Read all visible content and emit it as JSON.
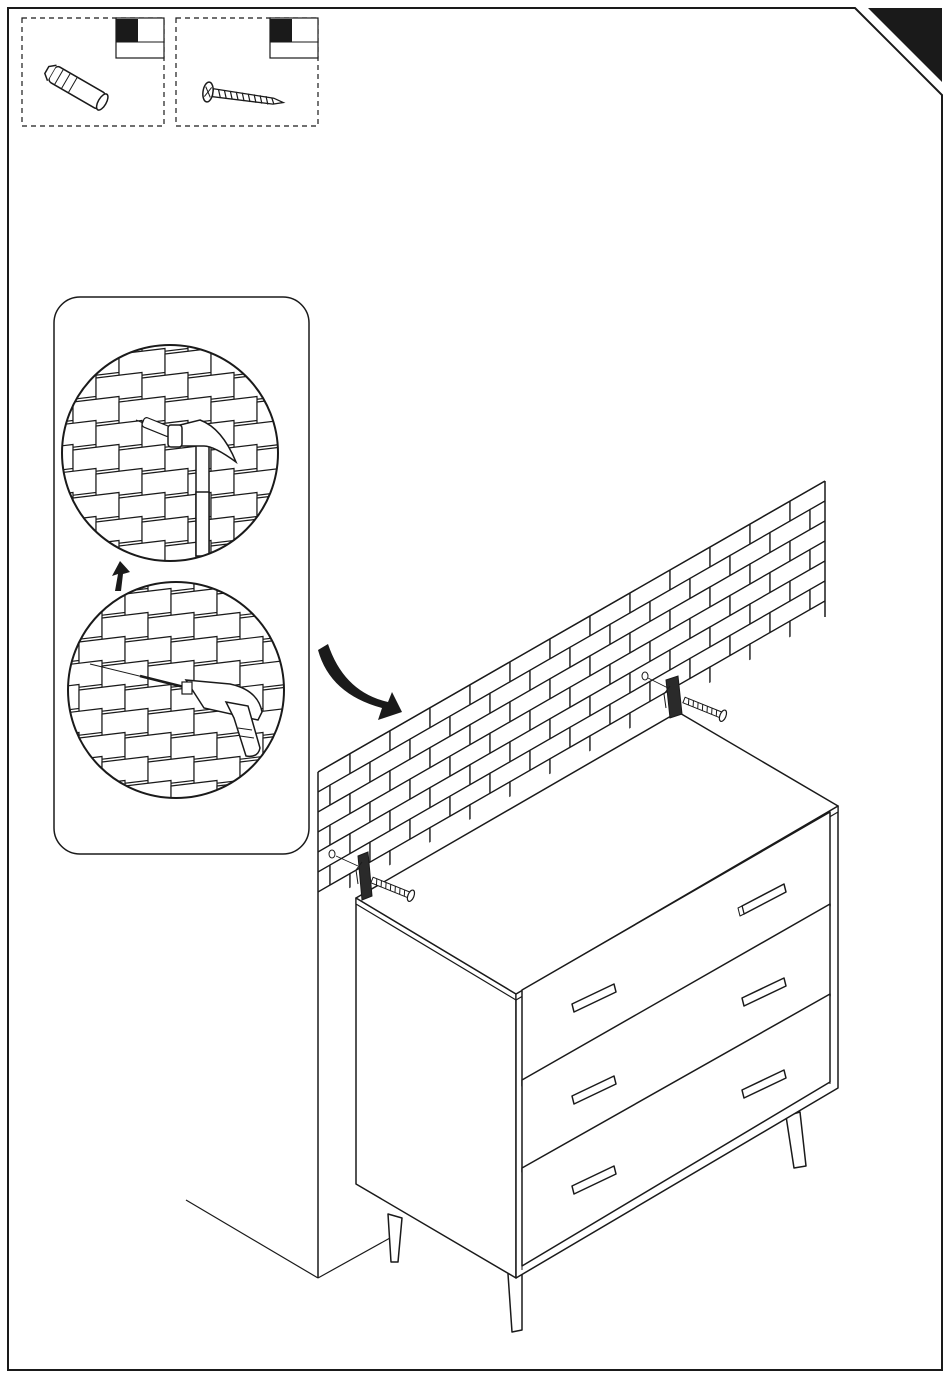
{
  "document": {
    "type": "assembly-instruction-page",
    "step_text": ""
  },
  "parts": [
    {
      "name": "wall-anchor",
      "icon": "wall-plug-icon",
      "quantity_label": ""
    },
    {
      "name": "screw",
      "icon": "screw-icon",
      "quantity_label": ""
    }
  ],
  "colors": {
    "ink": "#1a1a1a",
    "corner_tab": "#1a1a1a",
    "background": "#ffffff"
  }
}
